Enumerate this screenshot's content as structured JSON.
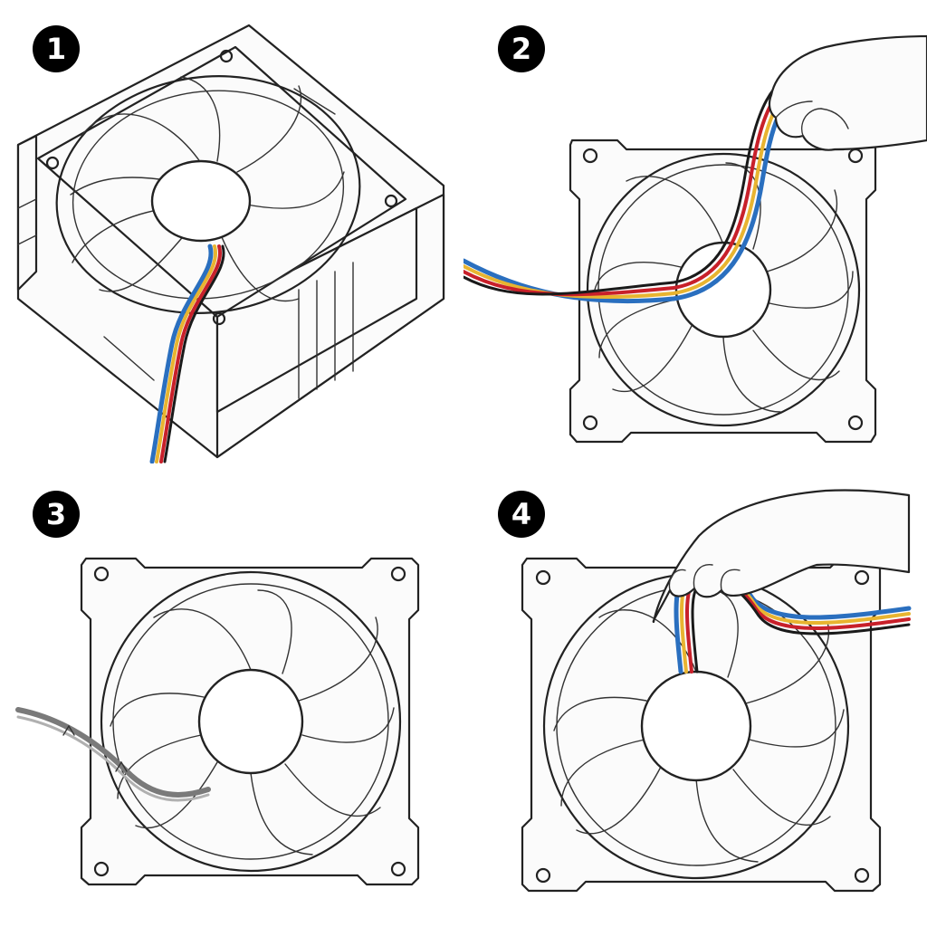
{
  "steps": [
    {
      "number": "1"
    },
    {
      "number": "2"
    },
    {
      "number": "3"
    },
    {
      "number": "4"
    }
  ],
  "colors": {
    "wire_red": "#c8202a",
    "wire_yellow": "#e8b430",
    "wire_blue": "#2a6fbf",
    "wire_black": "#1a1a1a",
    "wire_gray": "#7a7a7a",
    "badge": "#000000"
  }
}
